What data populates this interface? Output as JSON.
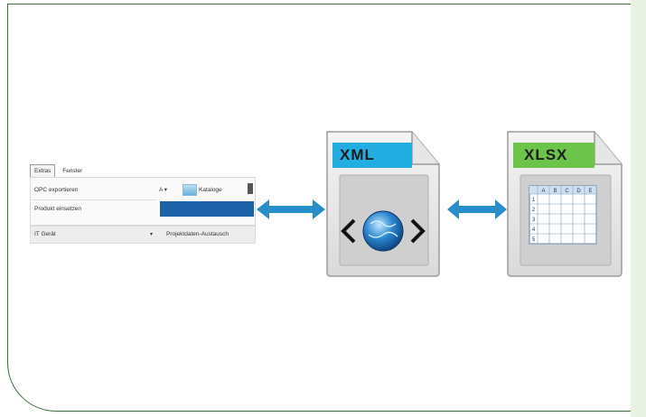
{
  "menu": {
    "tabs": [
      "Extras",
      "Fenster"
    ],
    "items": [
      "OPC exportieren",
      "Produkt einsetzen"
    ],
    "abc": "A ▾",
    "katalog": "Kataloge",
    "bottom_left": "IT Gerät",
    "bottom_caret": "▾",
    "bottom_right": "Projektdaten-Austausch"
  },
  "docs": [
    {
      "label": "XML",
      "tab_color": "#22aee0",
      "icon": "globe-code-icon"
    },
    {
      "label": "XLSX",
      "tab_color": "#6cc44a",
      "icon": "spreadsheet-icon"
    }
  ],
  "spreadsheet": {
    "columns": [
      "A",
      "B",
      "C",
      "D",
      "E"
    ],
    "rows": [
      "1",
      "2",
      "3",
      "4",
      "5"
    ]
  },
  "colors": {
    "frame": "#3b6e3b",
    "arrow": "#2a8fc9",
    "highlight": "#1d62a8"
  }
}
